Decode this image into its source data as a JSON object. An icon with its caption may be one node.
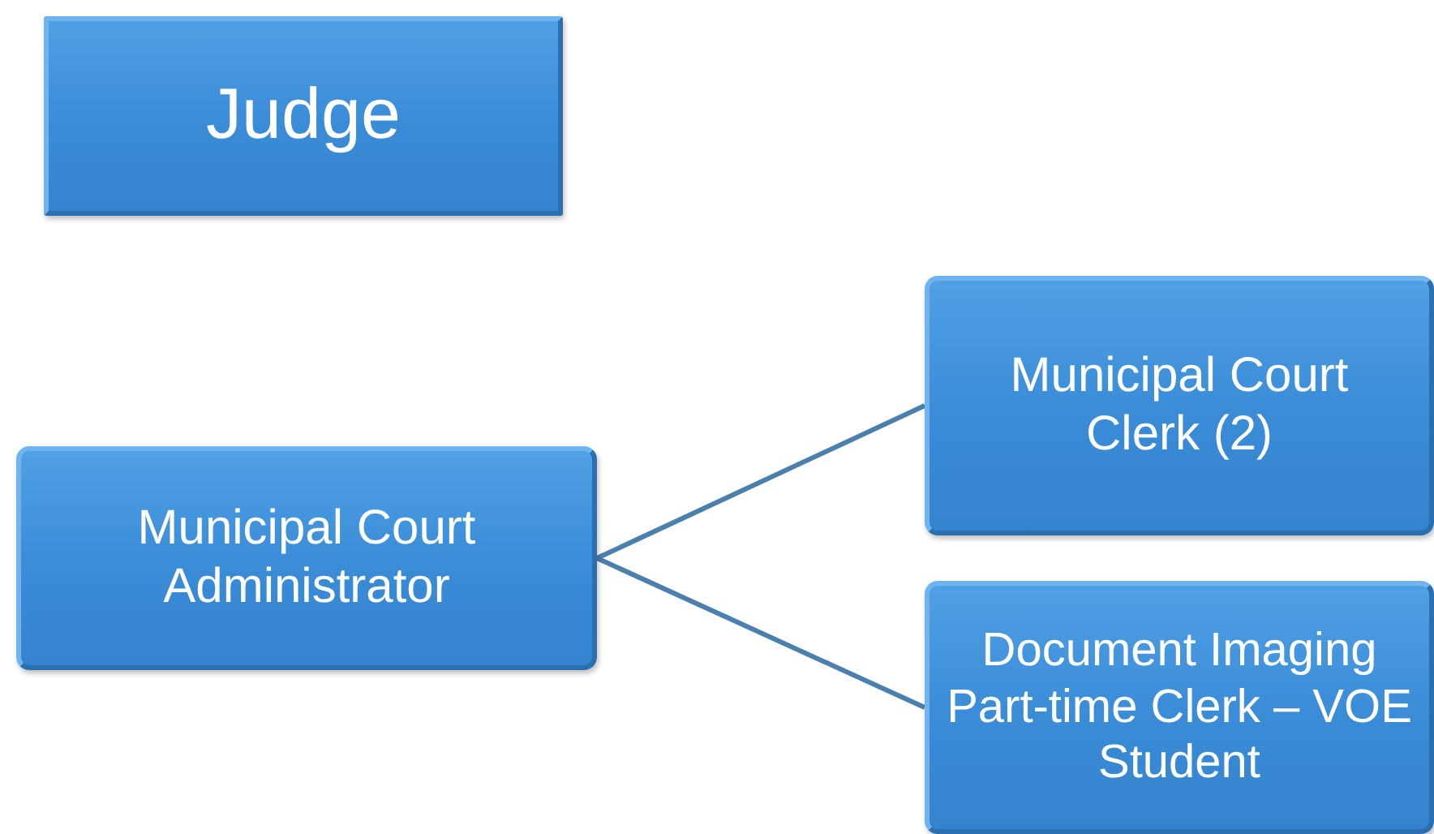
{
  "diagram": {
    "nodes": [
      {
        "text": [
          "Judge"
        ]
      },
      {
        "text": [
          "Municipal Court Administrator"
        ]
      },
      {
        "text": [
          "Municipal Court Clerk (2)"
        ]
      },
      {
        "text": [
          "Document Imaging Part-time Clerk – VOE Student"
        ]
      }
    ],
    "edges": [
      {
        "from": 1,
        "to": 2,
        "arrow": "none"
      },
      {
        "from": 1,
        "to": 3,
        "arrow": "none"
      }
    ]
  }
}
